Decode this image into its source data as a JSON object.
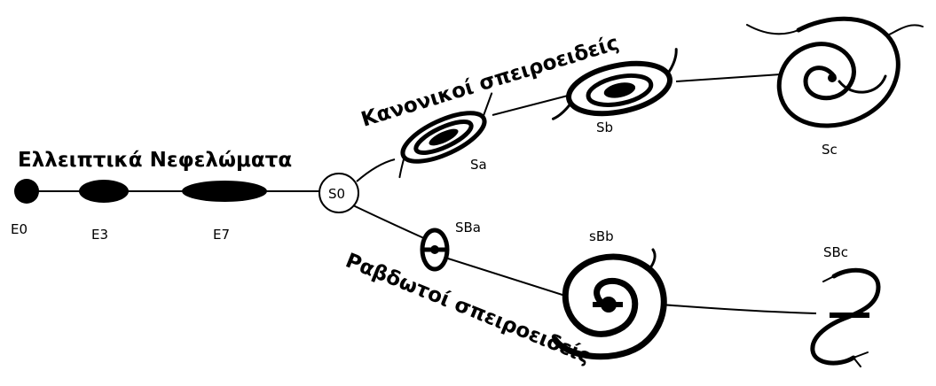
{
  "title": "Ελλειπτικά Νεφελώματα",
  "branches": {
    "normal": "Κανονικοί σπειροειδείς",
    "barred": "Ραβδωτοί σπειροειδείς"
  },
  "nodes": {
    "e0": "E0",
    "e3": "E3",
    "e7": "E7",
    "s0": "S0",
    "sa": "Sa",
    "sb": "Sb",
    "sc": "Sc",
    "sba": "SBa",
    "sbb": "sBb",
    "sbc": "SBc"
  }
}
